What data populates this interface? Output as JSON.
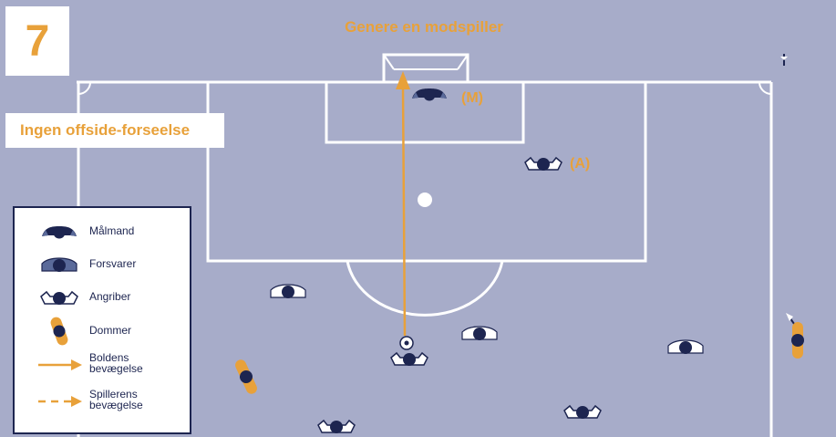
{
  "diagram": {
    "number": "7",
    "title": "Genere en modspiller",
    "result": "Ingen offside-forseelse",
    "labels": {
      "goalkeeper_label": "(M)",
      "attacker_label": "(A)"
    }
  },
  "legend": {
    "items": [
      {
        "icon": "goalkeeper-icon",
        "label": "Målmand"
      },
      {
        "icon": "defender-icon",
        "label": "Forsvarer"
      },
      {
        "icon": "attacker-icon",
        "label": "Angriber"
      },
      {
        "icon": "referee-icon",
        "label": "Dommer"
      },
      {
        "icon": "ball-movement-arrow",
        "label_line1": "Boldens",
        "label_line2": "bevægelse"
      },
      {
        "icon": "player-movement-arrow",
        "label_line1": "Spillerens",
        "label_line2": "bevægelse"
      }
    ]
  },
  "colors": {
    "pitch": "#a7acc9",
    "lines": "#ffffff",
    "accent": "#e8a13a",
    "player_dark": "#1d2550",
    "defender_body": "#5a6a9a"
  }
}
